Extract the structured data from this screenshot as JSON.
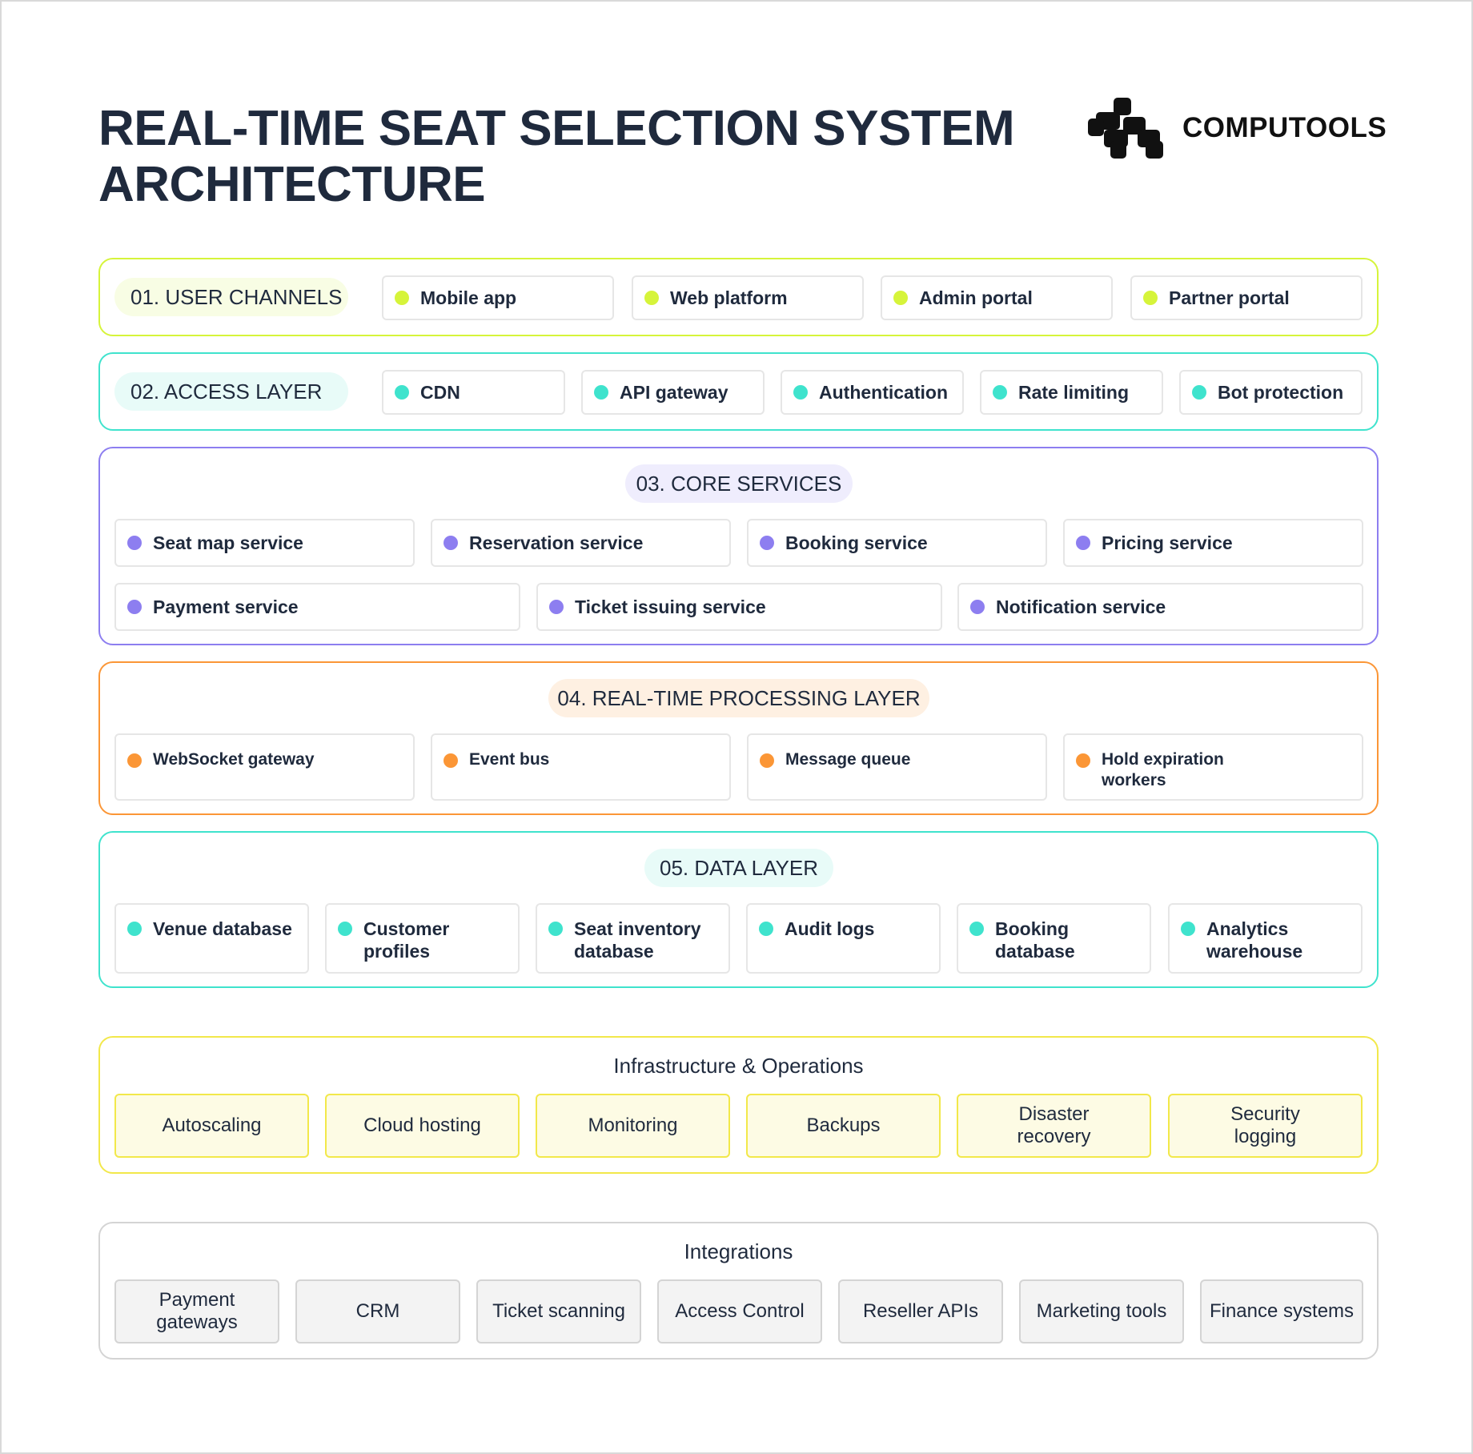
{
  "title": "REAL-TIME SEAT SELECTION SYSTEM ARCHITECTURE",
  "logo": {
    "text": "COMPUTOOLS"
  },
  "colors": {
    "lime": "#d6f43a",
    "teal": "#3fe3cd",
    "purple": "#8d7ef0",
    "orange": "#fb9636",
    "yellow": "#f2e84a",
    "gray": "#d4d4d4"
  },
  "layers": {
    "user_channels": {
      "label": "01. USER CHANNELS",
      "items": [
        "Mobile app",
        "Web platform",
        "Admin portal",
        "Partner portal"
      ]
    },
    "access_layer": {
      "label": "02. ACCESS LAYER",
      "items": [
        "CDN",
        "API gateway",
        "Authentication",
        "Rate limiting",
        "Bot protection"
      ]
    },
    "core_services": {
      "label": "03. CORE SERVICES",
      "items": [
        "Seat map service",
        "Reservation service",
        "Booking service",
        "Pricing service",
        "Payment service",
        "Ticket issuing service",
        "Notification service"
      ]
    },
    "realtime_processing": {
      "label": "04. REAL-TIME PROCESSING LAYER",
      "items": [
        "WebSocket gateway",
        "Event bus",
        "Message queue",
        "Hold expiration workers"
      ]
    },
    "data_layer": {
      "label": "05. DATA LAYER",
      "items": [
        "Venue database",
        "Customer profiles",
        "Seat inventory database",
        "Audit logs",
        "Booking database",
        "Analytics warehouse"
      ]
    }
  },
  "infrastructure": {
    "title": "Infrastructure & Operations",
    "items": [
      "Autoscaling",
      "Cloud hosting",
      "Monitoring",
      "Backups",
      "Disaster recovery",
      "Security logging"
    ]
  },
  "integrations": {
    "title": "Integrations",
    "items": [
      "Payment gateways",
      "CRM",
      "Ticket scanning",
      "Access Control",
      "Reseller APIs",
      "Marketing tools",
      "Finance systems"
    ]
  }
}
